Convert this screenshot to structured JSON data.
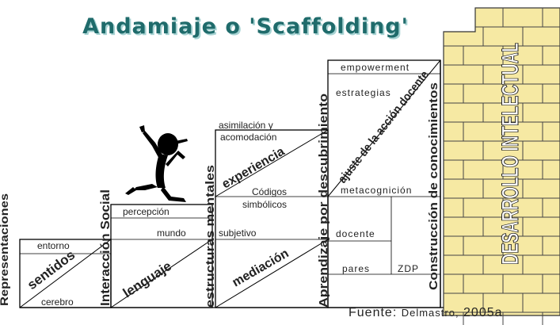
{
  "title": "Andamiaje o 'Scaffolding'",
  "source": {
    "prefix": "Fuente:",
    "author": "Delmastro,",
    "year": "2005a"
  },
  "steps": [
    {
      "heading": "Representaciones",
      "keyword": "sentidos",
      "labels": [
        "entorno",
        "cerebro"
      ]
    },
    {
      "heading": "Interacción Social",
      "keyword": "lenguaje",
      "labels": [
        "percepción",
        "mundo"
      ]
    },
    {
      "heading": "estructuras mentales",
      "keyword_top": "experiencia",
      "keyword_bottom": "mediación",
      "labels": [
        "asimilación y",
        "acomodación",
        "Códigos",
        "simbólicos",
        "subjetivo"
      ]
    },
    {
      "heading": "Aprendizaje por descubrimiento",
      "keyword": "ajuste de la acción docente",
      "labels": [
        "empowerment",
        "estrategias",
        "metacognición",
        "docente",
        "pares",
        "ZDP"
      ]
    }
  ],
  "column_heading": "Construcción de conocimientos",
  "wall_label": "DESARROLLO INTELECTUAL",
  "colors": {
    "brick_fill": "#f6e9a3",
    "brick_line": "#333333",
    "title": "#1f6b6b",
    "line": "#000000"
  },
  "figure_icon": "climbing-stick-figure-icon"
}
